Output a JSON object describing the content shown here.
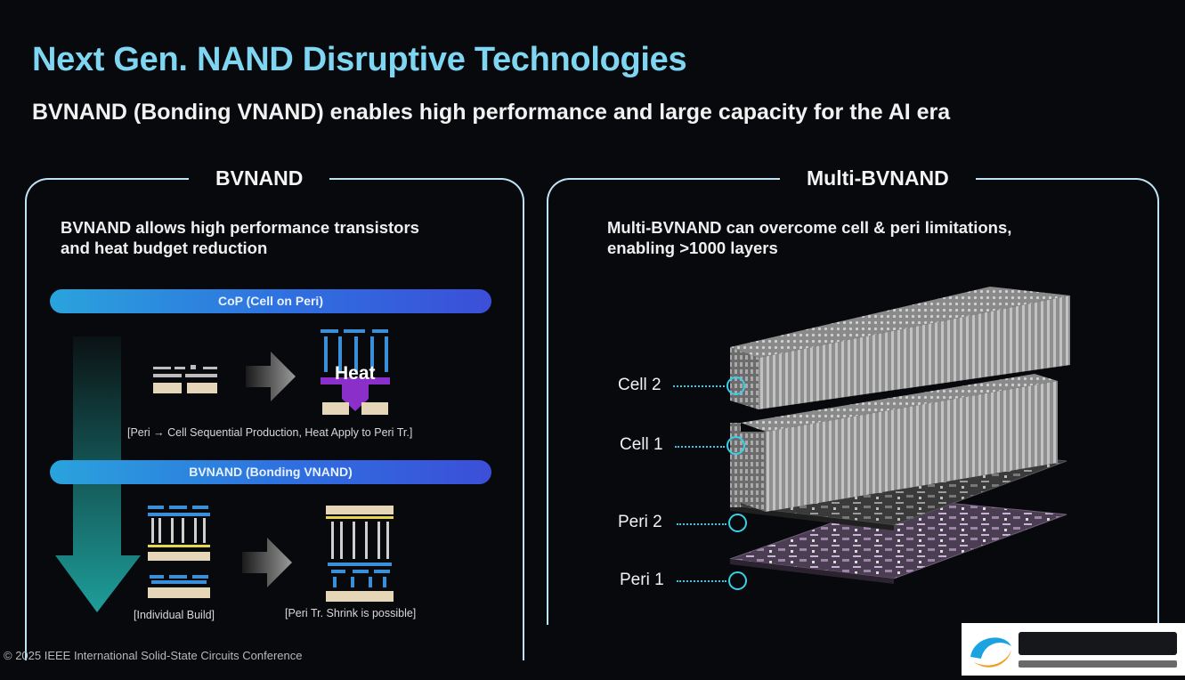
{
  "header": {
    "title": "Next Gen. NAND Disruptive Technologies",
    "subtitle": "BVNAND (Bonding VNAND) enables high performance and large capacity for the AI era"
  },
  "left_panel": {
    "heading": "BVNAND",
    "desc_line1": "BVNAND allows high performance transistors",
    "desc_line2": "and heat budget reduction",
    "cop_bar": "CoP (Cell on Peri)",
    "heat_label": "Heat",
    "cop_caption": "[Peri → Cell Sequential Production, Heat Apply to Peri Tr.]",
    "bv_bar": "BVNAND (Bonding VNAND)",
    "caption_build": "[Individual Build]",
    "caption_shrink": "[Peri Tr. Shrink is possible]"
  },
  "right_panel": {
    "heading": "Multi-BVNAND",
    "desc_line1": "Multi-BVNAND can overcome cell & peri limitations,",
    "desc_line2": "enabling >1000 layers",
    "layers": [
      "Cell 2",
      "Cell 1",
      "Peri 2",
      "Peri 1"
    ]
  },
  "footer": {
    "copyright": "© 2025 IEEE International Solid-State Circuits Conference"
  },
  "colors": {
    "title": "#7fd6f2",
    "accent": "#38d0ea",
    "heat": "#8a2fc9",
    "arrow": "#1f8a8a"
  }
}
